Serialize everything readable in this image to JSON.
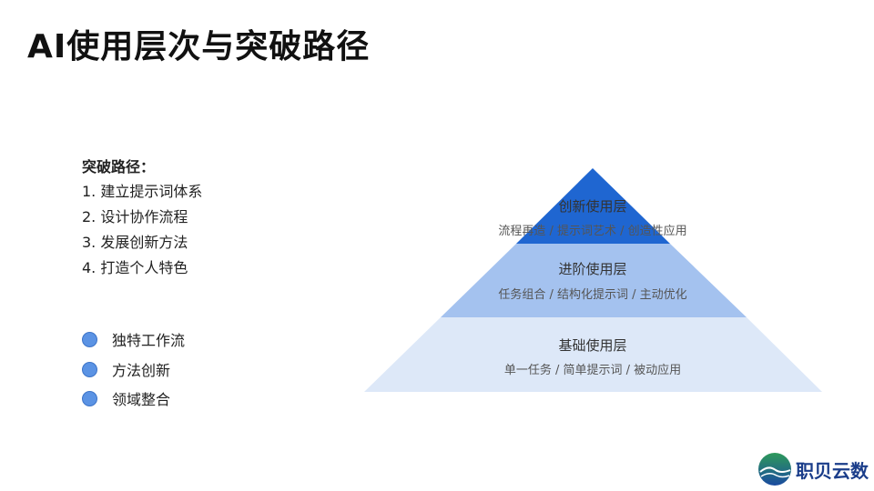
{
  "title": "AI使用层次与突破路径",
  "breakthrough": {
    "heading": "突破路径：",
    "steps": [
      "1. 建立提示词体系",
      "2. 设计协作流程",
      "3. 发展创新方法",
      "4. 打造个人特色"
    ]
  },
  "features": [
    "独特工作流",
    "方法创新",
    "领域整合"
  ],
  "pyramid": {
    "tiers": [
      {
        "title": "创新使用层",
        "subtitle": "流程再造 / 提示词艺术 / 创造性应用",
        "color": "#1f66d1"
      },
      {
        "title": "进阶使用层",
        "subtitle": "任务组合 / 结构化提示词 / 主动优化",
        "color": "#a4c2ef"
      },
      {
        "title": "基础使用层",
        "subtitle": "单一任务 / 简单提示词 / 被动应用",
        "color": "#dde8f8"
      }
    ]
  },
  "logo": {
    "text": "职贝云数"
  }
}
